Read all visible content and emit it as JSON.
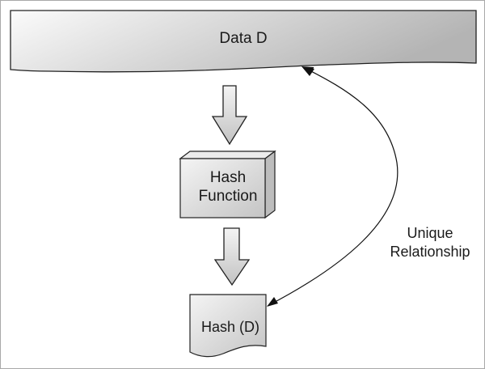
{
  "diagram": {
    "data_block": {
      "label": "Data D"
    },
    "hash_function": {
      "line1": "Hash",
      "line2": "Function"
    },
    "hash_output": {
      "label": "Hash (D)"
    },
    "relationship": {
      "line1": "Unique",
      "line2": "Relationship"
    },
    "flow": [
      "Data D",
      "Hash Function",
      "Hash (D)"
    ]
  },
  "colors": {
    "stroke": "#222222",
    "fill_light": "#f7f7f7",
    "fill_dark": "#b0b0b0",
    "frame": "#a9a9a9"
  }
}
